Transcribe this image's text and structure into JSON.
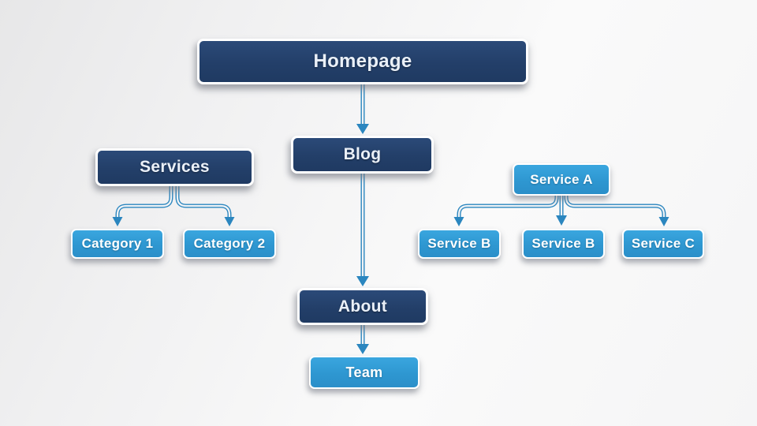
{
  "diagram": {
    "kind": "sitemap-flowchart",
    "palette": {
      "dark_node_fill": "#24406b",
      "light_node_fill": "#2e97d1",
      "node_border": "#ffffff",
      "connector": "#2b86bf",
      "node_text": "#ffffff",
      "background_from": "#e7e7e8",
      "background_to": "#fafafa"
    }
  },
  "nodes": {
    "homepage": {
      "label": "Homepage",
      "style": "dark"
    },
    "blog": {
      "label": "Blog",
      "style": "dark"
    },
    "services": {
      "label": "Services",
      "style": "dark"
    },
    "category1": {
      "label": "Category 1",
      "style": "light"
    },
    "category2": {
      "label": "Category 2",
      "style": "light"
    },
    "serviceA": {
      "label": "Service A",
      "style": "light"
    },
    "serviceB1": {
      "label": "Service B",
      "style": "light"
    },
    "serviceB2": {
      "label": "Service B",
      "style": "light"
    },
    "serviceC": {
      "label": "Service C",
      "style": "light"
    },
    "about": {
      "label": "About",
      "style": "dark"
    },
    "team": {
      "label": "Team",
      "style": "light"
    }
  },
  "edges": [
    {
      "from": "homepage",
      "to": "blog"
    },
    {
      "from": "blog",
      "to": "about"
    },
    {
      "from": "about",
      "to": "team"
    },
    {
      "from": "services",
      "to": "category1"
    },
    {
      "from": "services",
      "to": "category2"
    },
    {
      "from": "serviceA",
      "to": "serviceB1"
    },
    {
      "from": "serviceA",
      "to": "serviceB2"
    },
    {
      "from": "serviceA",
      "to": "serviceC"
    }
  ]
}
